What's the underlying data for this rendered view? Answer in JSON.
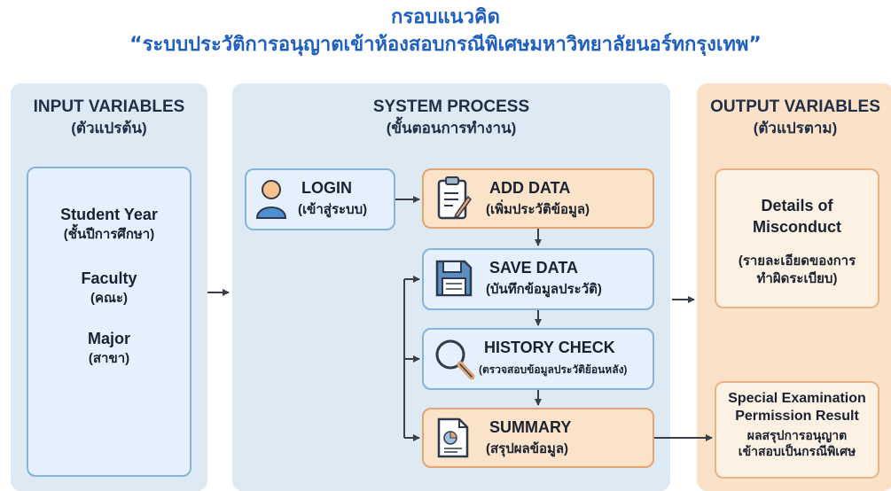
{
  "title": {
    "line1": "กรอบแนวคิด",
    "line2": "“ระบบประวัติการอนุญาตเข้าห้องสอบกรณีพิเศษมหาวิทยาลัยนอร์ทกรุงเทพ”"
  },
  "input_panel": {
    "heading": "INPUT VARIABLES",
    "heading_th": "(ตัวแปรต้น)",
    "items": [
      {
        "label": "Student Year",
        "label_th": "(ชั้นปีการศึกษา)"
      },
      {
        "label": "Faculty",
        "label_th": "(คณะ)"
      },
      {
        "label": "Major",
        "label_th": "(สาขา)"
      }
    ]
  },
  "system_panel": {
    "heading": "SYSTEM PROCESS",
    "heading_th": "(ขั้นตอนการทำงาน)",
    "login": {
      "label": "LOGIN",
      "label_th": "(เข้าสู่ระบบ)"
    },
    "steps": [
      {
        "label": "ADD DATA",
        "label_th": "(เพิ่มประวัติข้อมูล)",
        "icon": "clipboard-icon"
      },
      {
        "label": "SAVE DATA",
        "label_th": "(บันทึกข้อมูลประวัติ)",
        "icon": "floppy-disk-icon"
      },
      {
        "label": "HISTORY CHECK",
        "label_th": "(ตรวจสอบข้อมูลประวัติย้อนหลัง)",
        "icon": "magnifier-icon"
      },
      {
        "label": "SUMMARY",
        "label_th": "(สรุปผลข้อมูล)",
        "icon": "report-icon"
      }
    ]
  },
  "output_panel": {
    "heading": "OUTPUT VARIABLES",
    "heading_th": "(ตัวแปรตาม)",
    "misconduct": {
      "line1": "Details of",
      "line2": "Misconduct",
      "th1": "(รายละเอียดของการ",
      "th2": "ทำผิดระเบียบ)"
    },
    "result": {
      "line1": "Special Examination",
      "line2": "Permission Result",
      "th1": "ผลสรุปการอนุญาต",
      "th2": "เข้าสอบเป็นกรณีพิเศษ"
    }
  },
  "colors": {
    "title": "#1f5fbf",
    "panel_blue": "#dde9f3",
    "panel_orange": "#fbe1c8",
    "arrow": "#3a3f47"
  }
}
